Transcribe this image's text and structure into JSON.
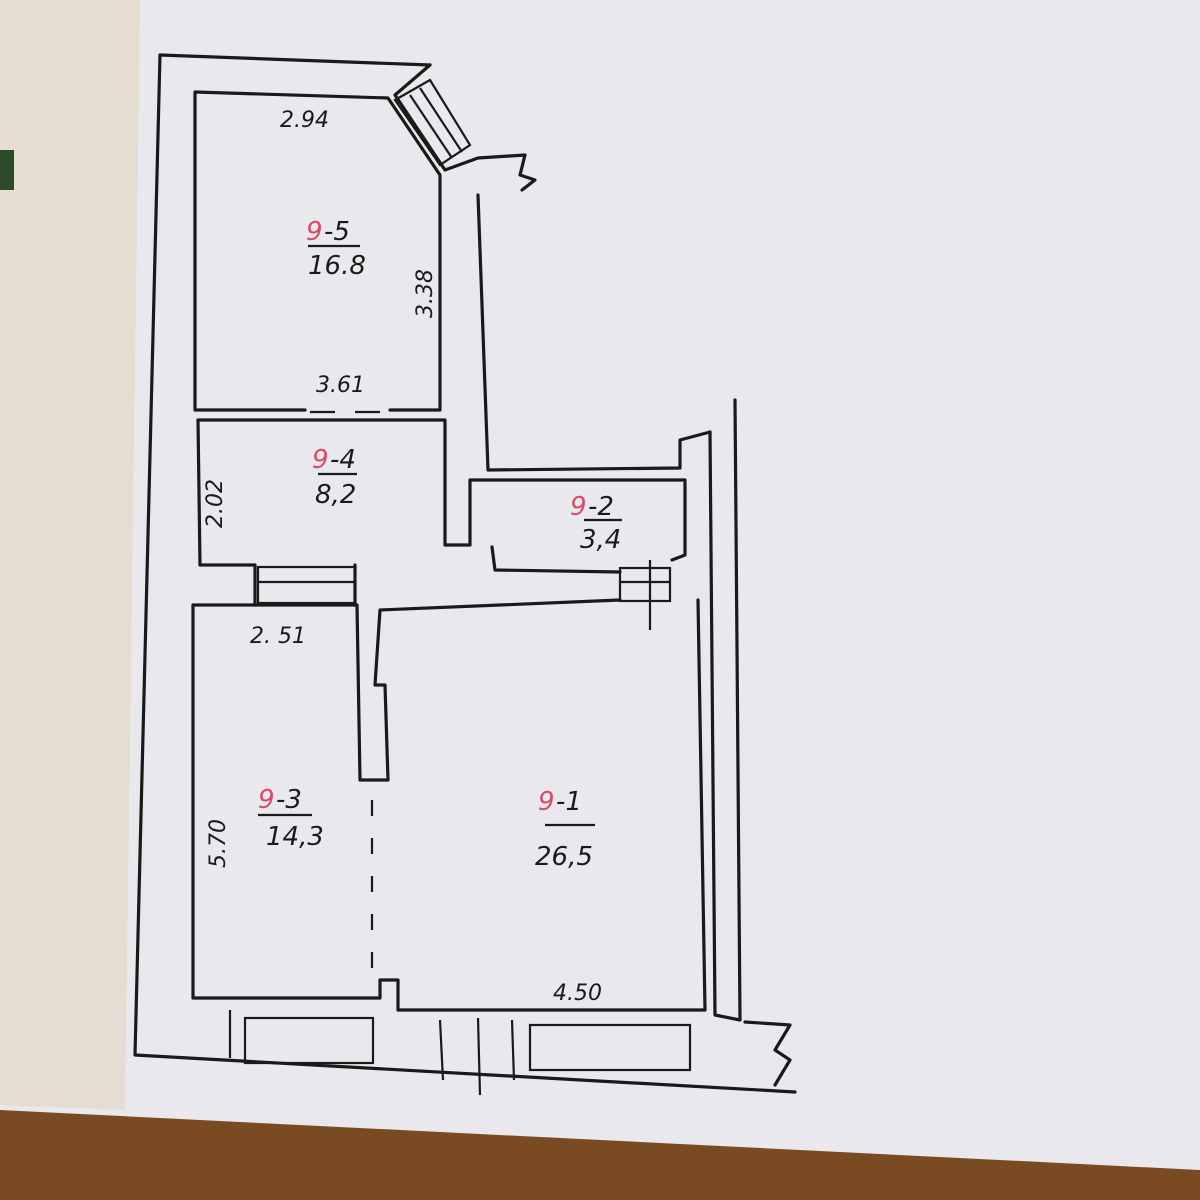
{
  "rooms": [
    {
      "prefix": "9",
      "number": "-5",
      "area": "16.8"
    },
    {
      "prefix": "9",
      "number": "-4",
      "area": "8,2"
    },
    {
      "prefix": "9",
      "number": "-2",
      "area": "3,4"
    },
    {
      "prefix": "9",
      "number": "-3",
      "area": "14,3"
    },
    {
      "prefix": "9",
      "number": "-1",
      "area": "26,5"
    }
  ],
  "dimensions": {
    "room5_top": "2.94",
    "room5_side": "3.38",
    "room5_bottom": "3.61",
    "room4_side": "2.02",
    "room3_top": "2. 51",
    "room3_side": "5.70",
    "room1_bottom": "4.50"
  },
  "colors": {
    "ink": "#1a1a1a",
    "red_ink": "#d94a68",
    "paper": "#eeeef0"
  }
}
